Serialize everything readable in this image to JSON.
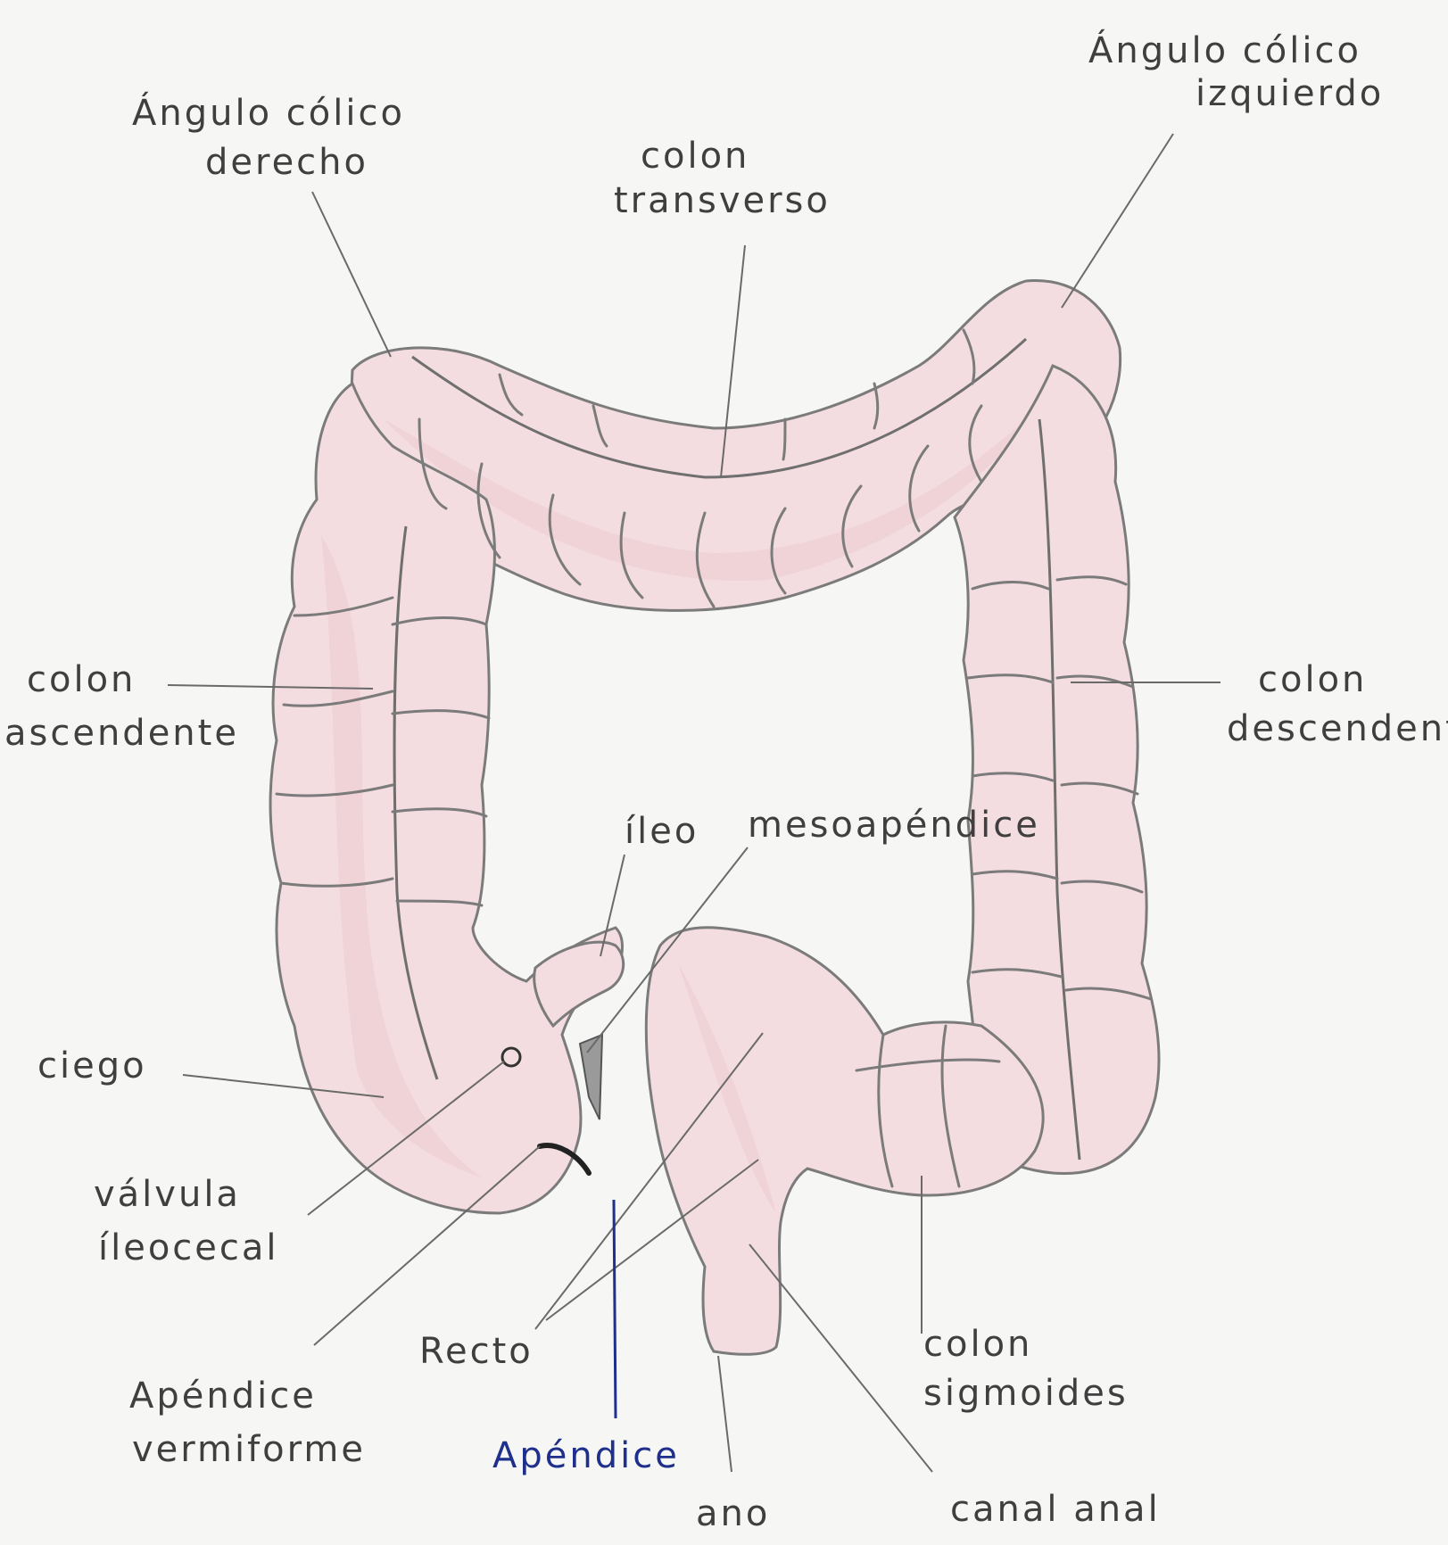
{
  "labels": {
    "angulo_derecho": [
      "Ángulo cólico",
      "derecho"
    ],
    "angulo_izquierdo": [
      "Ángulo cólico",
      "izquierdo"
    ],
    "colon_transverso": [
      "colon",
      "transverso"
    ],
    "colon_ascendente": [
      "colon",
      "ascendente"
    ],
    "colon_descendente": [
      "colon",
      "descendente"
    ],
    "ileo": "íleo",
    "mesoapendice": "mesoapéndice",
    "ciego": "ciego",
    "valvula": [
      "válvula",
      "íleocecal"
    ],
    "apendice_vermiforme": [
      "Apéndice",
      "vermiforme"
    ],
    "recto": "Recto",
    "apendice": "Apéndice",
    "ano": "ano",
    "colon_sigmoides": [
      "colon",
      "sigmoides"
    ],
    "canal_anal": "canal anal"
  },
  "colors": {
    "organ_fill": "#f4dde0",
    "outline": "#7b7b7b",
    "label_text": "#3f3f3f",
    "blue_label": "#1f2f8c",
    "paper": "#f6f6f4"
  }
}
